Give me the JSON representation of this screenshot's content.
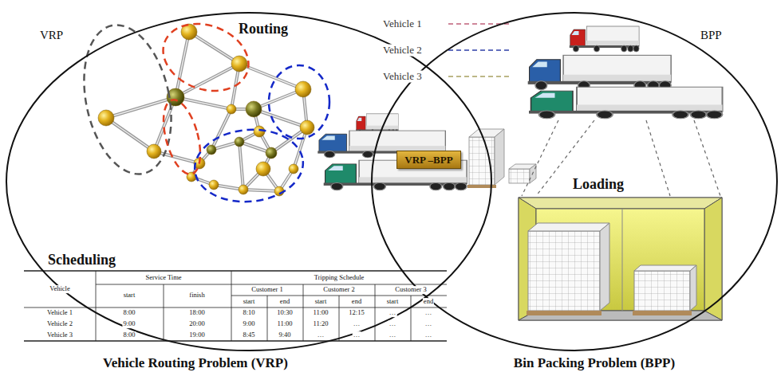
{
  "diagram": {
    "nodes": [
      {
        "text": [
          "VRP",
          "Routing",
          "Scheduling"
        ]
      },
      {
        "text": [
          "BPP",
          "Loading"
        ]
      },
      {
        "text": [
          "VRP –BPP"
        ]
      }
    ],
    "labels": [
      "Vehicle",
      "Service Time",
      "Tripping Schedule",
      "start",
      "finish",
      "Customer 1",
      "Customer 2",
      "Customer 3",
      "start",
      "end",
      "start",
      "end",
      "start",
      "end",
      "Vehicle 1",
      "8:00",
      "18:00",
      "8:10",
      "10:30",
      "11:00",
      "12:15",
      "…",
      "…",
      "Vehicle 2",
      "9:00",
      "20:00",
      "9:00",
      "11:00",
      "11:20",
      "…",
      "…",
      "…",
      "Vehicle 3",
      "8:00",
      "19:00",
      "8:45",
      "9:40",
      "…",
      "…",
      "…",
      "…",
      "Vehicle Routing Problem (VRP)",
      "Bin Packing Problem (BPP)"
    ],
    "legend": [
      {
        "text": "Vehicle 1"
      },
      {
        "text": "Vehicle 2"
      },
      {
        "text": "Vehicle 3"
      }
    ]
  }
}
